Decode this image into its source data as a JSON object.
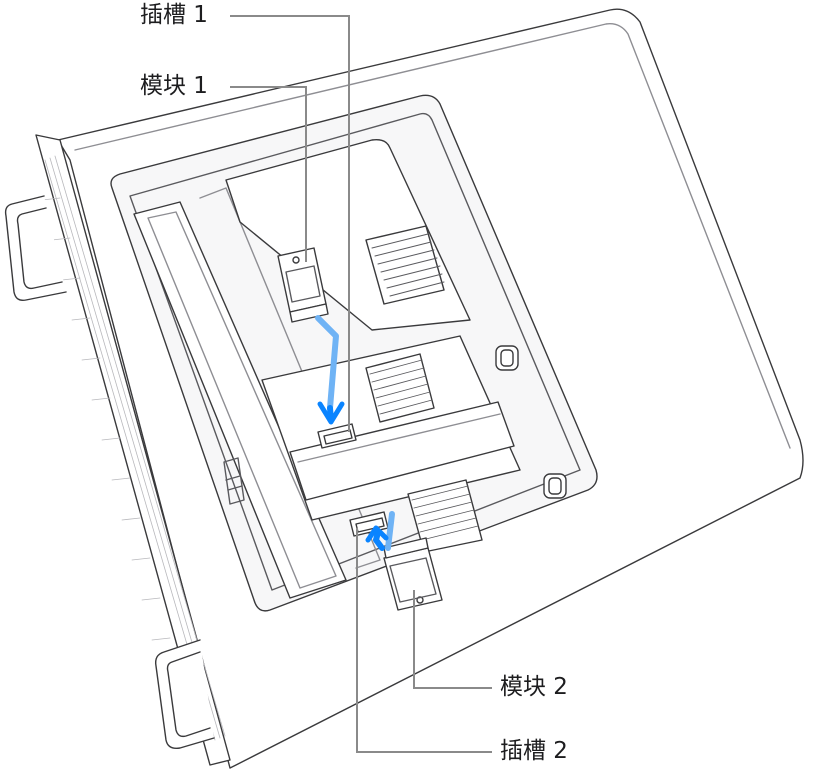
{
  "callouts": {
    "slot1": "插槽 1",
    "module1": "模块 1",
    "module2": "模块 2",
    "slot2": "插槽 2"
  },
  "colors": {
    "outline": "#3a3a3c",
    "detail": "#8e8e93",
    "leader": "#8a8a8a",
    "arrow_primary": "#0a84ff",
    "arrow_light": "#6fb3f5",
    "case_fill": "#ffffff",
    "interior_fill": "#f7f7f8"
  }
}
